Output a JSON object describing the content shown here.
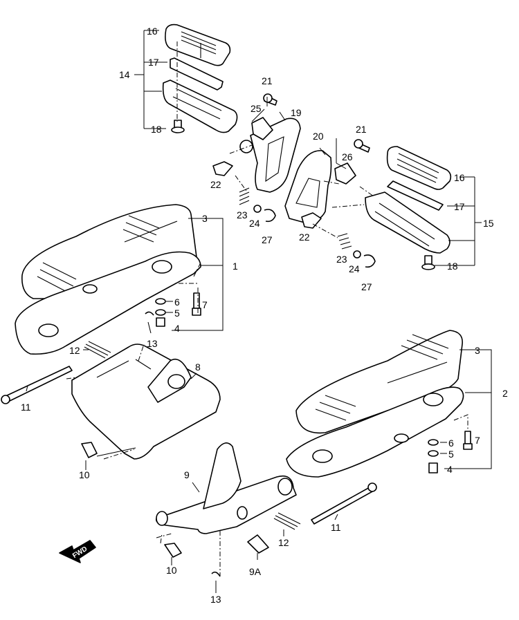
{
  "labels": {
    "l1": "1",
    "l2": "2",
    "l3a": "3",
    "l3b": "3",
    "l4a": "4",
    "l4b": "4",
    "l5a": "5",
    "l5b": "5",
    "l6a": "6",
    "l6b": "6",
    "l7a": "7",
    "l7b": "7",
    "l8": "8",
    "l9": "9",
    "l9A": "9A",
    "l10a": "10",
    "l10b": "10",
    "l11a": "11",
    "l11b": "11",
    "l12a": "12",
    "l12b": "12",
    "l13a": "13",
    "l13b": "13",
    "l14": "14",
    "l15": "15",
    "l16a": "16",
    "l16b": "16",
    "l17a": "17",
    "l17b": "17",
    "l18a": "18",
    "l18b": "18",
    "l19": "19",
    "l20": "20",
    "l21a": "21",
    "l21b": "21",
    "l22a": "22",
    "l22b": "22",
    "l23a": "23",
    "l23b": "23",
    "l24a": "24",
    "l24b": "24",
    "l25": "25",
    "l26": "26",
    "l27a": "27",
    "l27b": "27"
  },
  "fwd_indicator": {
    "text": "FWD",
    "icon": "arrow-icon"
  }
}
